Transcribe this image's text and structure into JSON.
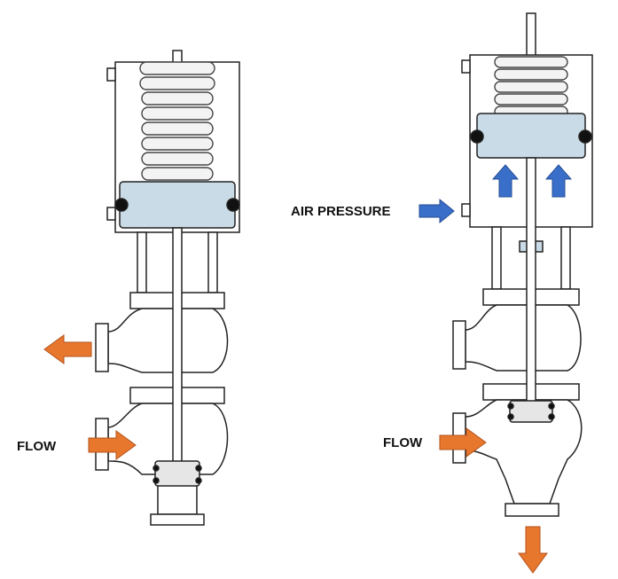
{
  "labels": {
    "flow_left": "FLOW",
    "flow_right": "FLOW",
    "air_pressure": "AIR PRESSURE"
  },
  "colors": {
    "line": "#222222",
    "fill": "#ffffff",
    "piston": "#c9dbe6",
    "seal": "#e6e6e6",
    "flow_arrow": "#e8772e",
    "air_arrow": "#3a6fc9"
  }
}
